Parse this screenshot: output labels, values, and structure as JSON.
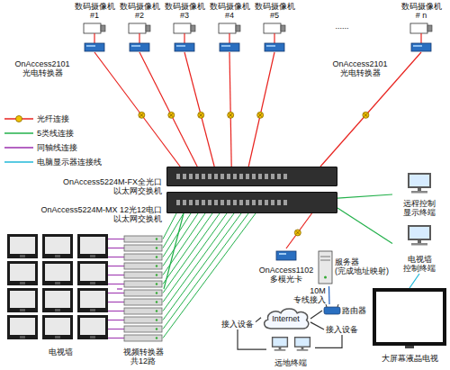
{
  "diagram": {
    "nodes": [
      {
        "text": [
          "数码摄像机",
          "#1"
        ]
      },
      {
        "text": [
          "数码摄像机",
          "#2"
        ]
      },
      {
        "text": [
          "数码摄像机",
          "#3"
        ]
      },
      {
        "text": [
          "数码摄像机",
          "#4"
        ]
      },
      {
        "text": [
          "数码摄像机",
          "#5"
        ]
      },
      {
        "text": [
          "数码摄像机",
          "# n"
        ]
      },
      {
        "text": [
          "OnAccess5224M-FX全光口 以太网交换机"
        ]
      },
      {
        "text": [
          "OnAccess5224M-MX 12光12电口 以太网交换机"
        ]
      },
      {
        "text": [
          "电视墙"
        ]
      },
      {
        "text": [
          "视频转换器 共12路"
        ]
      },
      {
        "text": [
          "远程控制 显示终端"
        ]
      },
      {
        "text": [
          "电视墙 控制终端"
        ]
      },
      {
        "text": [
          "大屏幕液晶电视"
        ]
      },
      {
        "text": [
          "OnAccess1102 多模光卡"
        ]
      },
      {
        "text": [
          "服务器 (完成地址映射)"
        ]
      },
      {
        "text": [
          "路由器"
        ]
      },
      {
        "text": [
          "Internet"
        ]
      },
      {
        "text": [
          "接入设备"
        ]
      },
      {
        "text": [
          "接入设备"
        ]
      },
      {
        "text": [
          "远地终端"
        ]
      }
    ],
    "edges": [
      {
        "from": 0,
        "to": 6,
        "arrow": "none"
      },
      {
        "from": 1,
        "to": 6,
        "arrow": "none"
      },
      {
        "from": 2,
        "to": 6,
        "arrow": "none"
      },
      {
        "from": 3,
        "to": 6,
        "arrow": "none"
      },
      {
        "from": 4,
        "to": 6,
        "arrow": "none"
      },
      {
        "from": 5,
        "to": 6,
        "arrow": "none"
      },
      {
        "from": 7,
        "to": 9,
        "arrow": "none"
      },
      {
        "from": 9,
        "to": 8,
        "arrow": "none"
      },
      {
        "from": 7,
        "to": 10,
        "arrow": "none"
      },
      {
        "from": 7,
        "to": 11,
        "arrow": "none"
      },
      {
        "from": 7,
        "to": 13,
        "arrow": "none"
      },
      {
        "from": 14,
        "to": 15,
        "label": "10M 专线接入",
        "arrow": "none"
      },
      {
        "from": 15,
        "to": 16,
        "arrow": "none"
      },
      {
        "from": 16,
        "to": 17,
        "arrow": "none"
      },
      {
        "from": 16,
        "to": 18,
        "arrow": "none"
      },
      {
        "from": 17,
        "to": 19,
        "arrow": "none"
      },
      {
        "from": 18,
        "to": 19,
        "arrow": "none"
      },
      {
        "from": 11,
        "to": 12,
        "arrow": "none"
      }
    ],
    "labels": [
      "......",
      "OnAccess2101 光电转换器",
      "OnAccess2101 光电转换器"
    ],
    "legend": [
      {
        "text": "光纤连接"
      },
      {
        "text": "5类线连接"
      },
      {
        "text": "同轴线连接"
      },
      {
        "text": "电脑显示器连接线"
      }
    ]
  }
}
